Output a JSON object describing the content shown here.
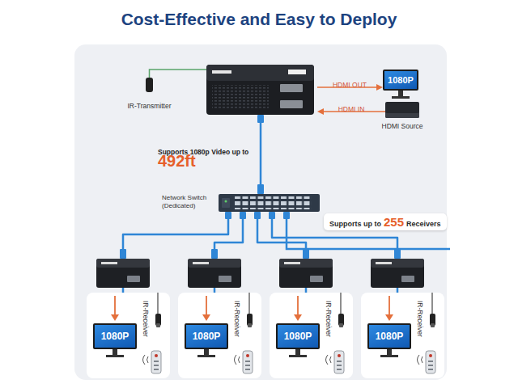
{
  "diagram": {
    "title": "Cost-Effective and Easy to Deploy",
    "nodes": [
      {
        "text": [
          "IR-Transmitter"
        ]
      },
      {
        "text": [
          "1080P"
        ]
      },
      {
        "text": [
          "HDMI Source"
        ]
      },
      {
        "text": [
          "Network Switch (Dedicated)"
        ]
      },
      {
        "text": [
          "Supports up to",
          "255",
          "Receivers"
        ]
      },
      {
        "text": [
          "IR-Receiver"
        ]
      },
      {
        "text": [
          "1080P"
        ],
        "in": 5
      },
      {
        "text": [
          "IR-Receiver"
        ]
      },
      {
        "text": [
          "1080P"
        ],
        "in": 7
      },
      {
        "text": [
          "IR-Receiver"
        ]
      },
      {
        "text": [
          "1080P"
        ],
        "in": 9
      },
      {
        "text": [
          "IR-Receiver"
        ]
      },
      {
        "text": [
          "1080P"
        ],
        "in": 11
      }
    ],
    "edges": [
      {
        "from": 3,
        "to": 5,
        "arrow": "none"
      },
      {
        "from": 3,
        "to": 7,
        "arrow": "none"
      },
      {
        "from": 3,
        "to": 9,
        "arrow": "none"
      },
      {
        "from": 3,
        "to": 11,
        "arrow": "none"
      }
    ],
    "labels": [
      "HDMI OUT",
      "HDMI IN",
      "Supports 1080p Video up to",
      "492ft"
    ]
  }
}
